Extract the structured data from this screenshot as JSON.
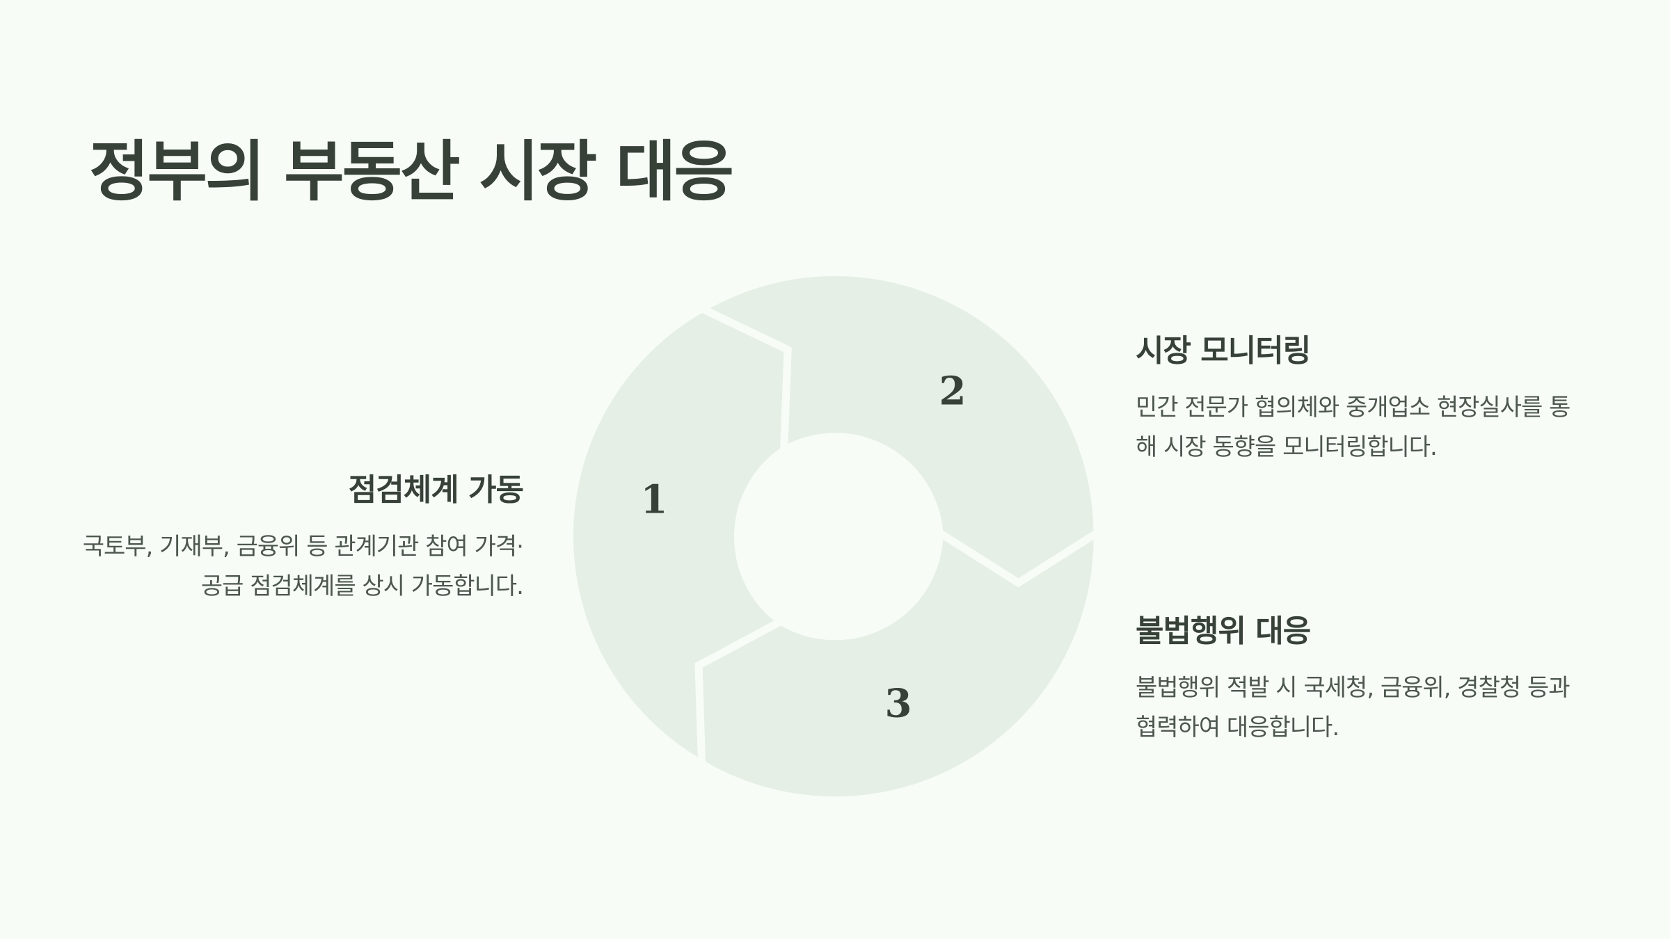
{
  "title": "정부의 부동산 시장 대응",
  "diagram": {
    "type": "cycle",
    "segment_color": "#e6efe5",
    "background_color": "#f7fcf7",
    "text_color": "#374138",
    "segments": [
      {
        "number": "1",
        "heading": "점검체계 가동",
        "description": "국토부, 기재부, 금융위 등 관계기관 참여 가격·공급 점검체계를 상시 가동합니다."
      },
      {
        "number": "2",
        "heading": "시장 모니터링",
        "description": "민간 전문가 협의체와 중개업소 현장실사를 통해 시장 동향을 모니터링합니다."
      },
      {
        "number": "3",
        "heading": "불법행위 대응",
        "description": "불법행위 적발 시 국세청, 금융위, 경찰청 등과 협력하여 대응합니다."
      }
    ]
  }
}
